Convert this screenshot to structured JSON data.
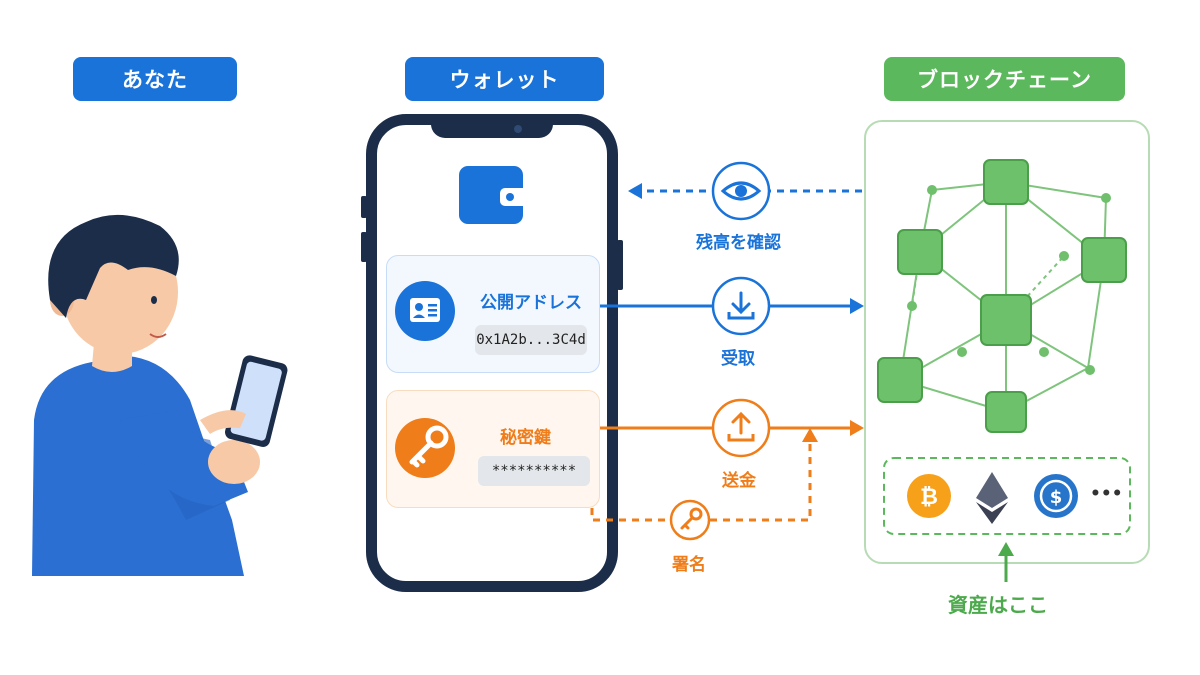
{
  "headers": {
    "you": "あなた",
    "wallet": "ウォレット",
    "blockchain": "ブロックチェーン"
  },
  "public_address": {
    "title": "公開アドレス",
    "value": "0x1A2b...3C4d"
  },
  "private_key": {
    "title": "秘密鍵",
    "value": "**********"
  },
  "flows": {
    "check_balance": "残高を確認",
    "receive": "受取",
    "send": "送金",
    "sign": "署名"
  },
  "assets": {
    "more": "•••",
    "caption": "資産はここ",
    "icons": [
      "bitcoin-icon",
      "ethereum-icon",
      "usdc-icon"
    ]
  },
  "colors": {
    "blue": "#1a73d9",
    "orange": "#ef7d1a",
    "green": "#5cb85c",
    "navy": "#1c2d4a"
  }
}
